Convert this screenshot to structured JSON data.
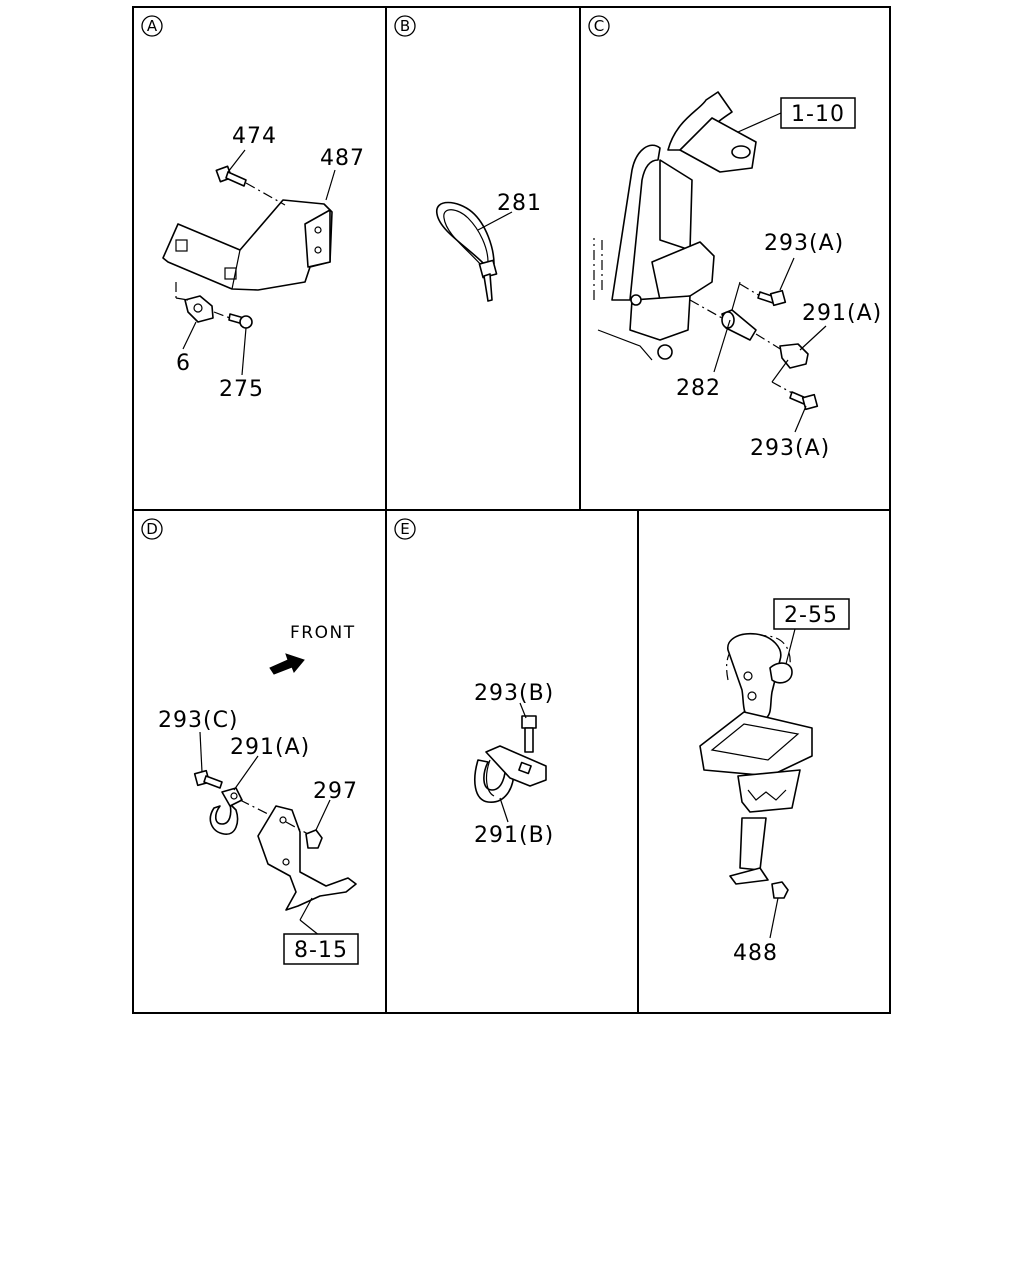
{
  "panels": {
    "a": {
      "marker": "A",
      "labels": {
        "p474": "474",
        "p487": "487",
        "p6": "6",
        "p275": "275"
      }
    },
    "b": {
      "marker": "B",
      "labels": {
        "p281": "281"
      }
    },
    "c": {
      "marker": "C",
      "labels": {
        "ref": "1-10",
        "p293a_top": "293(A)",
        "p291a": "291(A)",
        "p282": "282",
        "p293a_bottom": "293(A)"
      }
    },
    "d": {
      "marker": "D",
      "labels": {
        "front": "FRONT",
        "p293c": "293(C)",
        "p291a": "291(A)",
        "p297": "297",
        "ref": "8-15"
      }
    },
    "e": {
      "marker": "E",
      "labels": {
        "p293b": "293(B)",
        "p291b": "291(B)"
      }
    },
    "f": {
      "labels": {
        "ref": "2-55",
        "p488": "488"
      }
    }
  }
}
